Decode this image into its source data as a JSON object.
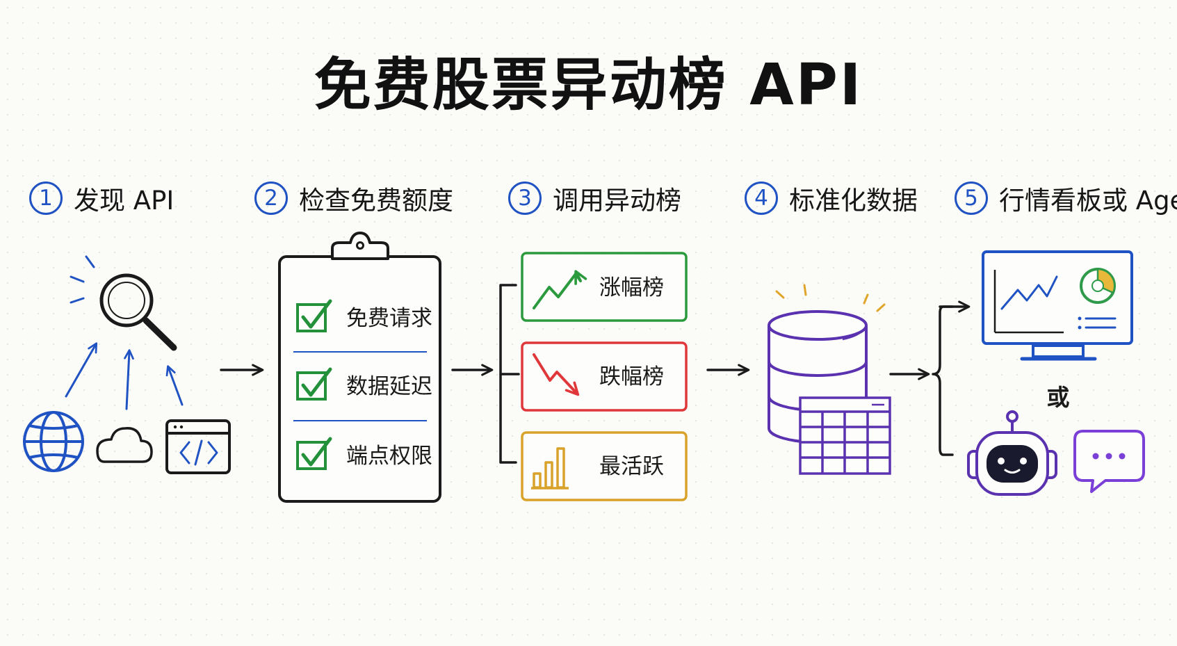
{
  "title": "免费股票异动榜 API",
  "steps": [
    {
      "num": "1",
      "label": "发现 API"
    },
    {
      "num": "2",
      "label": "检查免费额度"
    },
    {
      "num": "3",
      "label": "调用异动榜"
    },
    {
      "num": "4",
      "label": "标准化数据"
    },
    {
      "num": "5",
      "label": "行情看板或 Agent"
    }
  ],
  "checklist": [
    "免费请求",
    "数据延迟",
    "端点权限"
  ],
  "boards": [
    {
      "label": "涨幅榜",
      "color": "#2a9a3c"
    },
    {
      "label": "跌幅榜",
      "color": "#e0383a"
    },
    {
      "label": "最活跃",
      "color": "#d9a22a"
    }
  ],
  "or_label": "或",
  "colors": {
    "step_accent": "#1f52c2",
    "check_green": "#23903a",
    "database_purple": "#5a32b0",
    "pie_green": "#2e9a4a",
    "pie_yellow": "#e8b83a",
    "chat_purple": "#7a3fd6"
  },
  "icons": [
    "search-icon",
    "globe-icon",
    "cloud-icon",
    "code-window-icon",
    "clipboard-icon",
    "check-icon",
    "trend-up-icon",
    "trend-down-icon",
    "bar-chart-icon",
    "database-icon",
    "table-icon",
    "monitor-icon",
    "robot-icon",
    "chat-bubble-icon"
  ]
}
